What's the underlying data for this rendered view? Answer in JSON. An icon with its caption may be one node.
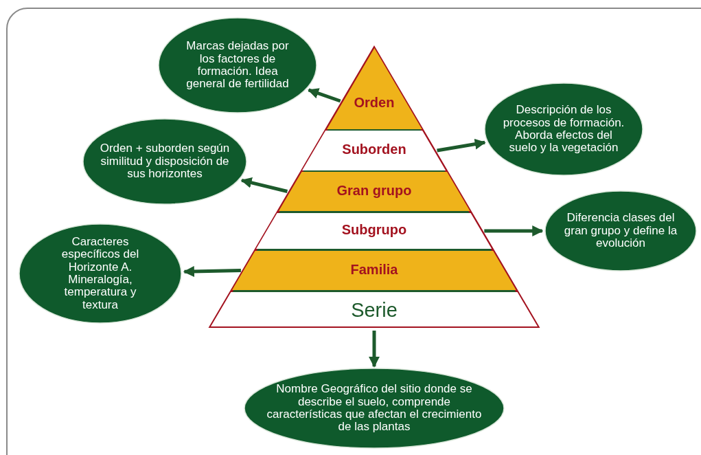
{
  "diagram": {
    "nodes": [
      {
        "text": [
          "Orden"
        ]
      },
      {
        "text": [
          "Suborden"
        ]
      },
      {
        "text": [
          "Gran grupo"
        ]
      },
      {
        "text": [
          "Subgrupo"
        ]
      },
      {
        "text": [
          "Familia"
        ]
      },
      {
        "text": [
          "Serie"
        ]
      },
      {
        "text": [
          "Marcas dejadas por los factores de formación. Idea general de fertilidad"
        ]
      },
      {
        "text": [
          "Orden + suborden según similitud y disposición de sus horizontes"
        ]
      },
      {
        "text": [
          "Caracteres específicos del Horizonte A. Mineralogía, temperatura y textura"
        ]
      },
      {
        "text": [
          "Descripción de los procesos de formación. Aborda efectos del suelo y la vegetación"
        ]
      },
      {
        "text": [
          "Diferencia clases del gran grupo y define la evolución"
        ]
      },
      {
        "text": [
          "Nombre Geográfico del sitio donde se describe el suelo, comprende características que afectan el crecimiento de las plantas"
        ]
      }
    ],
    "edges": [
      {
        "from": 0,
        "to": 6,
        "arrow": "to"
      },
      {
        "from": 1,
        "to": 9,
        "arrow": "to"
      },
      {
        "from": 2,
        "to": 7,
        "arrow": "to"
      },
      {
        "from": 3,
        "to": 10,
        "arrow": "to"
      },
      {
        "from": 4,
        "to": 8,
        "arrow": "to"
      },
      {
        "from": 5,
        "to": 11,
        "arrow": "to"
      }
    ]
  }
}
